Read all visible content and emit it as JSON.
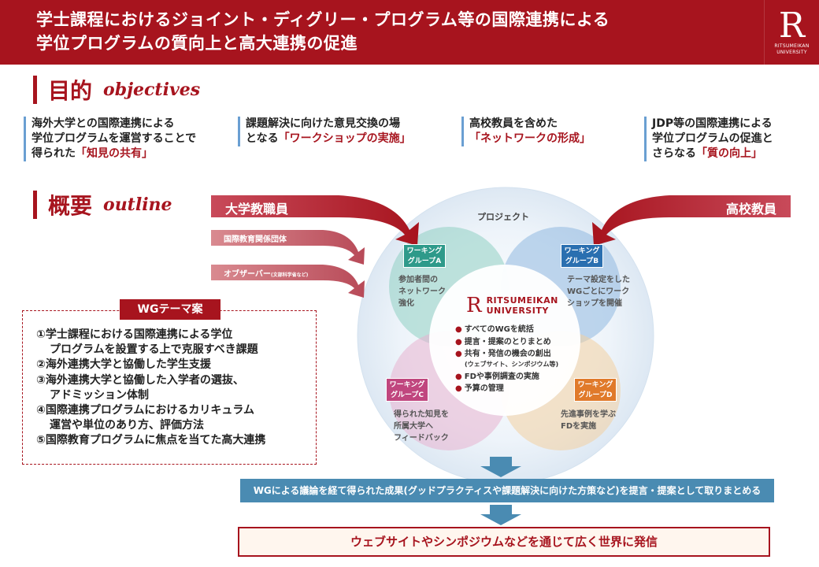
{
  "header": {
    "title_line1": "学士課程におけるジョイント・ディグリー・プログラム等の国際連携による",
    "title_line2": "学位プログラムの質向上と高大連携の促進",
    "logo_letter": "R",
    "logo_text_1": "RITSUMEIKAN",
    "logo_text_2": "UNIVERSITY"
  },
  "objectives": {
    "jp": "目的",
    "en": "objectives",
    "items": [
      {
        "line1": "海外大学との国際連携による",
        "line2": "学位プログラムを運営することで",
        "pre": "得られた",
        "hl": "「知見の共有」"
      },
      {
        "line1": "課題解決に向けた意見交換の場",
        "line2": "",
        "pre": "となる",
        "hl": "「ワークショップの実施」"
      },
      {
        "line1": "高校教員を含めた",
        "line2": "",
        "pre": "",
        "hl": "「ネットワークの形成」"
      },
      {
        "line1": "JDP等の国際連携による",
        "line2": "学位プログラムの促進と",
        "pre": "さらなる",
        "hl": "「質の向上」"
      }
    ]
  },
  "outline": {
    "jp": "概要",
    "en": "outline"
  },
  "participants": {
    "university_staff": "大学教職員",
    "high_school_teachers": "高校教員",
    "intl_orgs": "国際教育関係団体",
    "observers": "オブザーバー",
    "observers_note": "(文部科学省など)"
  },
  "wg_theme": {
    "title": "WGテーマ案",
    "items": [
      [
        "①学士課程における国際連携による学位",
        "プログラムを設置する上で克服すべき課題"
      ],
      [
        "②海外連携大学と協働した学生支援"
      ],
      [
        "③海外連携大学と協働した入学者の選抜、",
        "アドミッション体制"
      ],
      [
        "④国際連携プログラムにおけるカリキュラム",
        "運営や単位のあり方、評価方法"
      ],
      [
        "⑤国際教育プログラムに焦点を当てた高大連携"
      ]
    ]
  },
  "project": {
    "label": "プロジェクト",
    "groups": [
      {
        "badge1": "ワーキング",
        "badge2": "グループA",
        "color": "#2e9a8a",
        "desc": [
          "参加者間の",
          "ネットワーク",
          "強化"
        ]
      },
      {
        "badge1": "ワーキング",
        "badge2": "グループB",
        "color": "#2a6fb0",
        "desc": [
          "テーマ設定をした",
          "WGごとにワーク",
          "ショップを開催"
        ]
      },
      {
        "badge1": "ワーキング",
        "badge2": "グループC",
        "color": "#c0467e",
        "desc": [
          "得られた知見を",
          "所属大学へ",
          "フィードバック"
        ]
      },
      {
        "badge1": "ワーキング",
        "badge2": "グループD",
        "color": "#e07a2a",
        "desc": [
          "先進事例を学ぶ",
          "FDを実施"
        ]
      }
    ],
    "center_logo_1": "RITSUMEIKAN",
    "center_logo_2": "UNIVERSITY",
    "center_items": [
      "すべてのWGを統括",
      "提言・提案のとりまとめ",
      "共有・発信の機会の創出",
      "FDや事例調査の実施",
      "予算の管理"
    ],
    "center_sub": "(ウェブサイト、シンポジウム等)"
  },
  "result": "WGによる議論を経て得られた成果(グッドプラクティスや課題解決に向けた方策など)を提言・提案として取りまとめる",
  "final": "ウェブサイトやシンポジウムなどを通じて広く世界に発信",
  "colors": {
    "brand": "#a7141e",
    "accent_blue": "#4a8bb2"
  }
}
